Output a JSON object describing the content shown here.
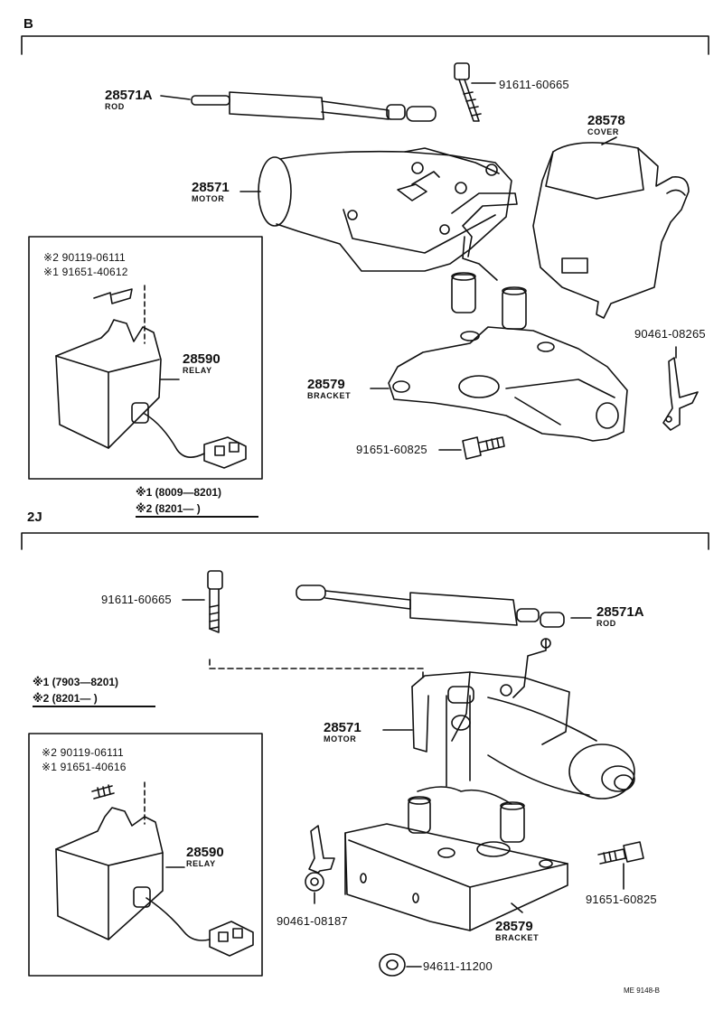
{
  "sections": {
    "b": {
      "name": "B",
      "callouts": {
        "rod": {
          "part": "28571A",
          "desc": "ROD"
        },
        "screw": {
          "part": "91611-60665"
        },
        "cover": {
          "part": "28578",
          "desc": "COVER"
        },
        "motor": {
          "part": "28571",
          "desc": "MOTOR"
        },
        "clip": {
          "part": "90461-08265"
        },
        "bracket": {
          "part": "28579",
          "desc": "BRACKET"
        },
        "bolt": {
          "part": "91651-60825"
        }
      },
      "relay_box": {
        "note2": "※2 90119-06111",
        "note1": "※1 91651-40612",
        "relay": {
          "part": "28590",
          "desc": "RELAY"
        }
      },
      "legend": {
        "line1": "※1 (8009—8201)",
        "line2": "※2 (8201—      )"
      }
    },
    "j2": {
      "name": "2J",
      "callouts": {
        "screw": {
          "part": "91611-60665"
        },
        "rod": {
          "part": "28571A",
          "desc": "ROD"
        },
        "motor": {
          "part": "28571",
          "desc": "MOTOR"
        },
        "clip": {
          "part": "90461-08187"
        },
        "bracket": {
          "part": "28579",
          "desc": "BRACKET"
        },
        "bolt": {
          "part": "91651-60825"
        },
        "washer": {
          "part": "94611-11200"
        }
      },
      "relay_box": {
        "note2": "※2 90119-06111",
        "note1": "※1 91651-40616",
        "relay": {
          "part": "28590",
          "desc": "RELAY"
        }
      },
      "legend": {
        "line1": "※1 (7903—8201)",
        "line2": "※2 (8201—      )"
      }
    }
  },
  "footer": {
    "code": "ME  9148-B"
  }
}
